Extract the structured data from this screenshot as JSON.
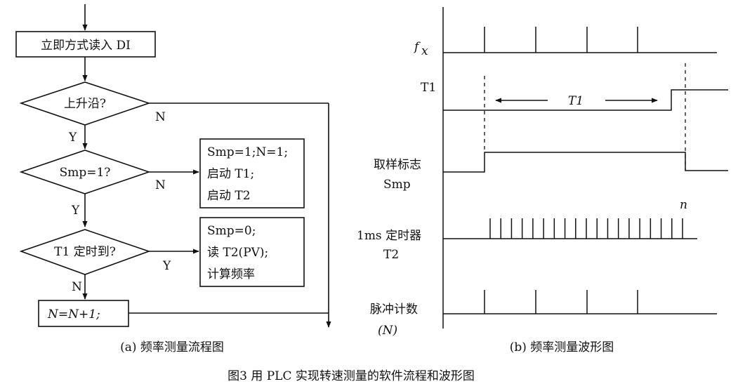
{
  "figure_caption": "图3  用 PLC 实现转速测量的软件流程和波形图",
  "flowchart": {
    "caption": "(a)  频率测量流程图",
    "read_box": "立即方式读入 DI",
    "decision_rising": "上升沿?",
    "decision_smp": "Smp=1?",
    "decision_t1": "T1 定时到?",
    "action_smp0": [
      "Smp=1;N=1;",
      "启动 T1;",
      "启动 T2"
    ],
    "action_smp1": [
      "Smp=0;",
      "读 T2(PV);",
      "计算频率"
    ],
    "increment_box": "N=N+1;",
    "label_y": "Y",
    "label_n": "N"
  },
  "waveform": {
    "caption": "(b)  频率测量波形图",
    "fx_label": "f",
    "fx_sub": "x",
    "t1_label": "T1",
    "t1_span_label": "T1",
    "smp_label_1": "取样标志",
    "smp_label_2": "Smp",
    "t2_label_1": "1ms 定时器",
    "t2_label_2": "T2",
    "t2_end_label": "n",
    "count_label_1": "脉冲计数",
    "count_label_2": "(N)"
  }
}
